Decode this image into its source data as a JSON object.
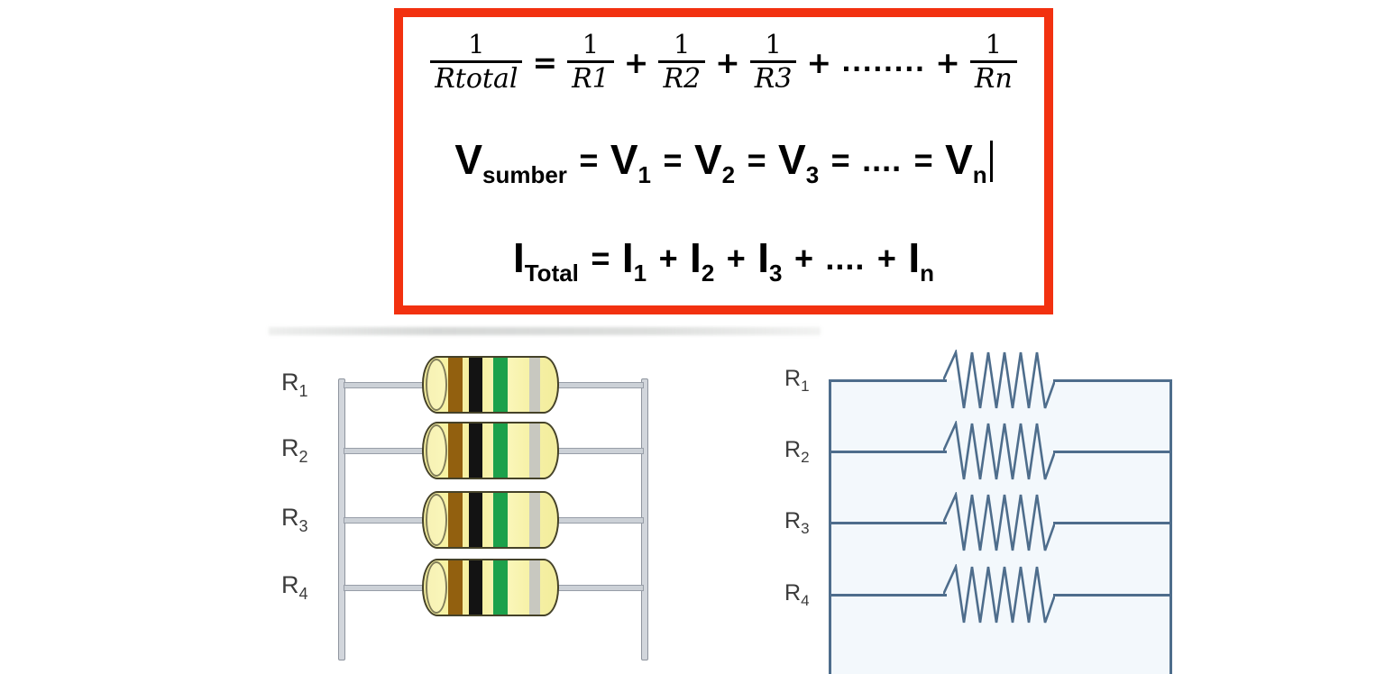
{
  "formula_box": {
    "border_color": "#f23110",
    "line1": {
      "t0": {
        "num": "1",
        "den": "Rtotal"
      },
      "t1": "=",
      "t2": {
        "num": "1",
        "den": "R1"
      },
      "t3": "+",
      "t4": {
        "num": "1",
        "den": "R2"
      },
      "t5": "+",
      "t6": {
        "num": "1",
        "den": "R3"
      },
      "t7": "+",
      "t8": "........",
      "t9": "+",
      "t10": {
        "num": "1",
        "den": "Rn"
      }
    },
    "line2": {
      "t0": {
        "base": "V",
        "sub": "sumber"
      },
      "t1": "=",
      "t2": {
        "base": "V",
        "sub": "1"
      },
      "t3": "=",
      "t4": {
        "base": "V",
        "sub": "2"
      },
      "t5": "=",
      "t6": {
        "base": "V",
        "sub": "3"
      },
      "t7": "=",
      "t8": "....",
      "t9": "=",
      "t10": {
        "base": "V",
        "sub": "n"
      },
      "has_text_cursor": true
    },
    "line3": {
      "t0": {
        "base": "I",
        "sub": "Total"
      },
      "t1": "=",
      "t2": {
        "base": "I",
        "sub": "1"
      },
      "t3": "+",
      "t4": {
        "base": "I",
        "sub": "2"
      },
      "t5": "+",
      "t6": {
        "base": "I",
        "sub": "3"
      },
      "t7": "+",
      "t8": "....",
      "t9": "+",
      "t10": {
        "base": "I",
        "sub": "n"
      }
    }
  },
  "left_diagram": {
    "type": "pictorial-parallel-resistors",
    "labels": [
      {
        "base": "R",
        "sub": "1"
      },
      {
        "base": "R",
        "sub": "2"
      },
      {
        "base": "R",
        "sub": "3"
      },
      {
        "base": "R",
        "sub": "4"
      }
    ],
    "resistor_body_color": "#f6f1a1",
    "resistor_band_colors": [
      "#92600f",
      "#131313",
      "#1ca14b",
      "#c8c8c0"
    ],
    "rail_color": "#d2d6dc"
  },
  "right_diagram": {
    "type": "schematic-parallel-resistors",
    "labels": [
      {
        "base": "R",
        "sub": "1"
      },
      {
        "base": "R",
        "sub": "2"
      },
      {
        "base": "R",
        "sub": "3"
      },
      {
        "base": "R",
        "sub": "4"
      }
    ],
    "line_color": "#4e6d8c"
  }
}
